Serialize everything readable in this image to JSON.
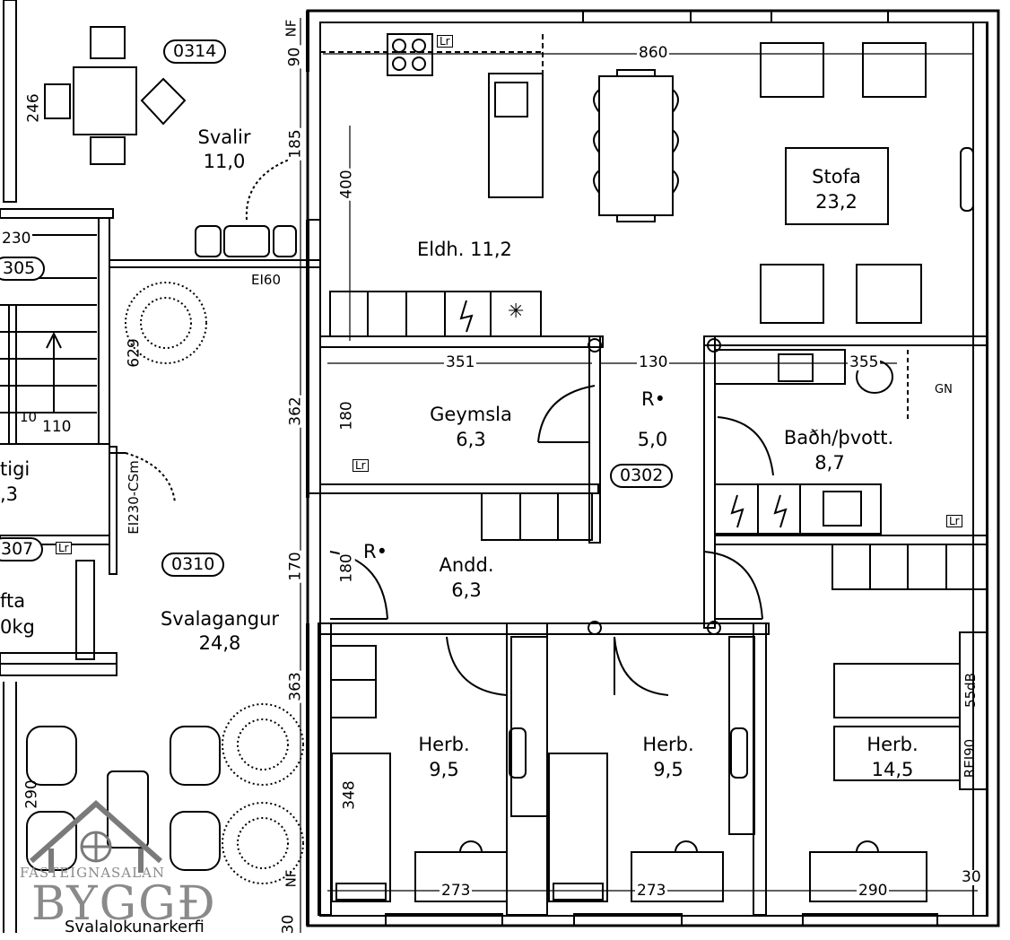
{
  "rooms": {
    "svalir": {
      "name": "Svalir",
      "area": "11,0"
    },
    "stofa": {
      "name": "Stofa",
      "area": "23,2"
    },
    "eldh": {
      "label": "Eldh. 11,2"
    },
    "geymsla": {
      "name": "Geymsla",
      "area": "6,3"
    },
    "hall": {
      "area": "5,0"
    },
    "badh": {
      "name": "Baðh/þvott.",
      "area": "8,7"
    },
    "andd": {
      "name": "Andd.",
      "area": "6,3"
    },
    "svalagangur": {
      "name": "Svalagangur",
      "area": "24,8"
    },
    "herb1": {
      "name": "Herb.",
      "area": "9,5"
    },
    "herb2": {
      "name": "Herb.",
      "area": "9,5"
    },
    "herb3": {
      "name": "Herb.",
      "area": "14,5"
    },
    "stigi": {
      "name": "tigi",
      "area": ",3"
    },
    "lyfta": {
      "name": "fta",
      "area": "0kg"
    }
  },
  "tags": {
    "t0314": "0314",
    "t0305": "305",
    "t0302": "0302",
    "t0310": "0310",
    "t0307": "307"
  },
  "dims": {
    "d860": "860",
    "d90": "90",
    "d185": "185",
    "d246": "246",
    "d400": "400",
    "d230": "230",
    "d629": "629",
    "d351": "351",
    "d130": "130",
    "d355": "355",
    "d362": "362",
    "d180a": "180",
    "d110": "110",
    "d10": "10",
    "d170": "170",
    "d180b": "180",
    "d363": "363",
    "d348": "348",
    "d290v": "290",
    "d273a": "273",
    "d273b": "273",
    "d290h": "290",
    "d30a": "30",
    "d30b": "30"
  },
  "labels": {
    "nf1": "NF",
    "nf2": "NF",
    "ei60": "EI60",
    "ei230": "EI230-CSm",
    "gn": "GN",
    "r1": "R•",
    "r2": "R•",
    "db55": "55dB",
    "rei90": "REI90",
    "lr": "Lr",
    "svalalokun": "Svalalokunarkerfi"
  },
  "watermark": {
    "line1": "FASTEIGNASALAN",
    "line2": "BYGGÐ"
  }
}
